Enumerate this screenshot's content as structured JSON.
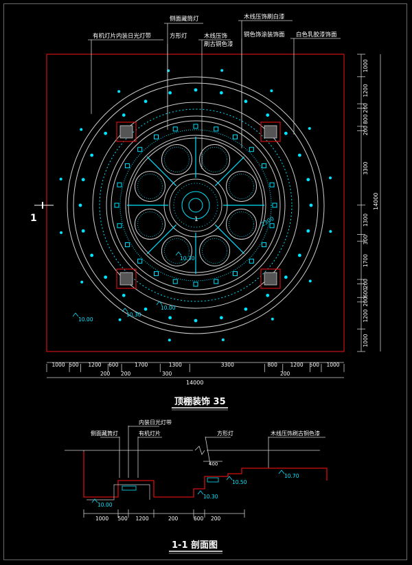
{
  "plan": {
    "labels": {
      "side_lamp": "侧面藏筒灯",
      "line_paint_white": "木线压饰刷白漆",
      "plexi_fluor": "有机灯片内装日光灯带",
      "square_lamp": "方形灯",
      "line_copper": "木线压饰",
      "line_copper2": "刷古铜色漆",
      "copper_decor": "铜色饰涂装饰面",
      "white_latex": "白色乳胶漆饰面"
    },
    "right_dims": [
      "1000",
      "1200",
      "200",
      "800",
      "200",
      "3300",
      "1300",
      "300",
      "1700",
      "200",
      "600",
      "200",
      "1200",
      "1000"
    ],
    "right_total": "14000",
    "bottom_dims": [
      "1000",
      "500",
      "1200",
      "600",
      "1700",
      "1300",
      "3300",
      "800",
      "1200",
      "500",
      "1000"
    ],
    "bottom_sub": [
      "200",
      "200",
      "300",
      "200"
    ],
    "bottom_total": "14000",
    "levels": [
      "10.00",
      "10.00",
      "10.30",
      "10.30"
    ],
    "section_mark": "1",
    "center_mark": "1",
    "diag_dim": "2300"
  },
  "title_main": "顶棚装饰 35",
  "section": {
    "labels": {
      "side_lamp": "侧面藏筒灯",
      "fluor": "内装日光灯带",
      "plexi": "有机灯片",
      "square_lamp": "方形灯",
      "line_copper": "木线压饰刷古铜色漆"
    },
    "dims": [
      "1000",
      "500",
      "1200",
      "200",
      "600",
      "200"
    ],
    "dim_top": "400",
    "levels": [
      "10.00",
      "10.30",
      "10.50",
      "10.70"
    ]
  },
  "title_section": "1-1 剖面图",
  "colors": {
    "cyan": "#00e5ff",
    "red": "#d01010",
    "white": "#ffffff",
    "line": "#cfcfcf"
  }
}
